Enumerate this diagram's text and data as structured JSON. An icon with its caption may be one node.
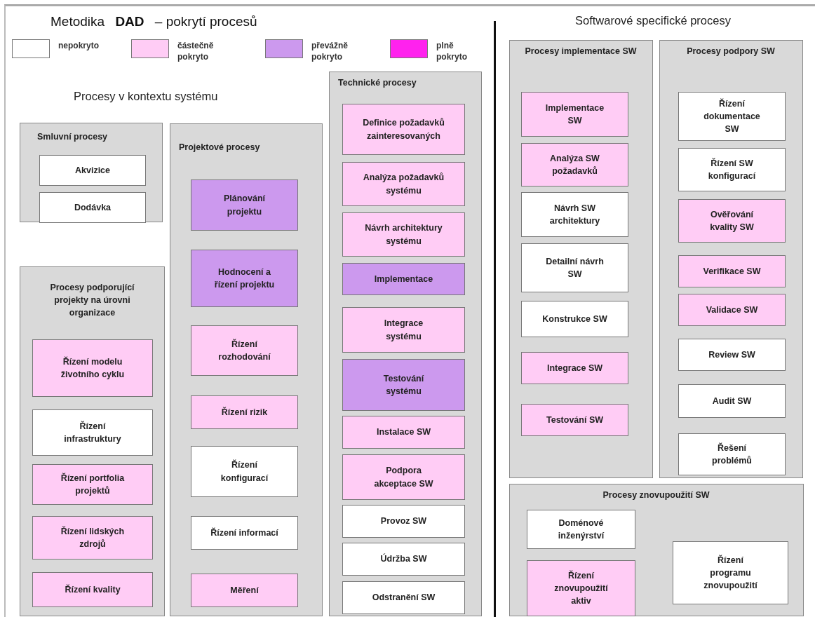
{
  "diagram": {
    "title": "Metodika **DAD** – pokrytí procesů",
    "nodes": [
      {
        "text": [
          "Smluvní procesy"
        ]
      },
      {
        "text": [
          "Akvizice"
        ],
        "in": 0
      },
      {
        "text": [
          "Dodávka"
        ],
        "in": 0
      },
      {
        "text": [
          "Procesy podporující projekty na úrovni organizace"
        ]
      },
      {
        "text": [
          "Řízení modelu životního cyklu"
        ],
        "in": 3
      },
      {
        "text": [
          "Řízení infrastruktury"
        ],
        "in": 3
      },
      {
        "text": [
          "Řízení portfolia projektů"
        ],
        "in": 3
      },
      {
        "text": [
          "Řízení lidských zdrojů"
        ],
        "in": 3
      },
      {
        "text": [
          "Řízení kvality"
        ],
        "in": 3
      },
      {
        "text": [
          "Projektové procesy"
        ]
      },
      {
        "text": [
          "Plánování projektu"
        ],
        "in": 9
      },
      {
        "text": [
          "Hodnocení a řízení projektu"
        ],
        "in": 9
      },
      {
        "text": [
          "Řízení rozhodování"
        ],
        "in": 9
      },
      {
        "text": [
          "Řízení rizik"
        ],
        "in": 9
      },
      {
        "text": [
          "Řízení konfigurací"
        ],
        "in": 9
      },
      {
        "text": [
          "Řízení informací"
        ],
        "in": 9
      },
      {
        "text": [
          "Měření"
        ],
        "in": 9
      },
      {
        "text": [
          "Technické procesy"
        ]
      },
      {
        "text": [
          "Definice požadavků zainteresovaných"
        ],
        "in": 17
      },
      {
        "text": [
          "Analýza požadavků systému"
        ],
        "in": 17
      },
      {
        "text": [
          "Návrh architektury systému"
        ],
        "in": 17
      },
      {
        "text": [
          "Implementace"
        ],
        "in": 17
      },
      {
        "text": [
          "Integrace systému"
        ],
        "in": 17
      },
      {
        "text": [
          "Testování systému"
        ],
        "in": 17
      },
      {
        "text": [
          "Instalace SW"
        ],
        "in": 17
      },
      {
        "text": [
          "Podpora akceptace SW"
        ],
        "in": 17
      },
      {
        "text": [
          "Provoz SW"
        ],
        "in": 17
      },
      {
        "text": [
          "Údržba SW"
        ],
        "in": 17
      },
      {
        "text": [
          "Odstranění SW"
        ],
        "in": 17
      },
      {
        "text": [
          "Procesy implementace SW"
        ]
      },
      {
        "text": [
          "Implementace SW"
        ],
        "in": 29
      },
      {
        "text": [
          "Analýza SW požadavků"
        ],
        "in": 29
      },
      {
        "text": [
          "Návrh SW architektury"
        ],
        "in": 29
      },
      {
        "text": [
          "Detailní návrh SW"
        ],
        "in": 29
      },
      {
        "text": [
          "Konstrukce SW"
        ],
        "in": 29
      },
      {
        "text": [
          "Integrace SW"
        ],
        "in": 29
      },
      {
        "text": [
          "Testování SW"
        ],
        "in": 29
      },
      {
        "text": [
          "Procesy podpory SW"
        ]
      },
      {
        "text": [
          "Řízení dokumentace SW"
        ],
        "in": 37
      },
      {
        "text": [
          "Řízení SW konfigurací"
        ],
        "in": 37
      },
      {
        "text": [
          "Ověřování kvality SW"
        ],
        "in": 37
      },
      {
        "text": [
          "Verifikace SW"
        ],
        "in": 37
      },
      {
        "text": [
          "Validace SW"
        ],
        "in": 37
      },
      {
        "text": [
          "Review SW"
        ],
        "in": 37
      },
      {
        "text": [
          "Audit SW"
        ],
        "in": 37
      },
      {
        "text": [
          "Řešení problémů"
        ],
        "in": 37
      },
      {
        "text": [
          "Procesy znovupoužití SW"
        ]
      },
      {
        "text": [
          "Doménové inženýrství"
        ],
        "in": 46
      },
      {
        "text": [
          "Řízení znovupoužití aktiv"
        ],
        "in": 46
      },
      {
        "text": [
          "Řízení programu znovupoužití"
        ],
        "in": 46
      }
    ],
    "labels": [
      "Procesy v kontextu systému",
      "Softwarové specifické procesy"
    ],
    "legend": [
      {
        "text": "nepokryto",
        "color": "#ffffff"
      },
      {
        "text": "částečně pokryto",
        "color": "#ffccf5"
      },
      {
        "text": "převážně pokryto",
        "color": "#cc99ee"
      },
      {
        "text": "plně pokryto",
        "color": "#ff22ee"
      }
    ]
  }
}
